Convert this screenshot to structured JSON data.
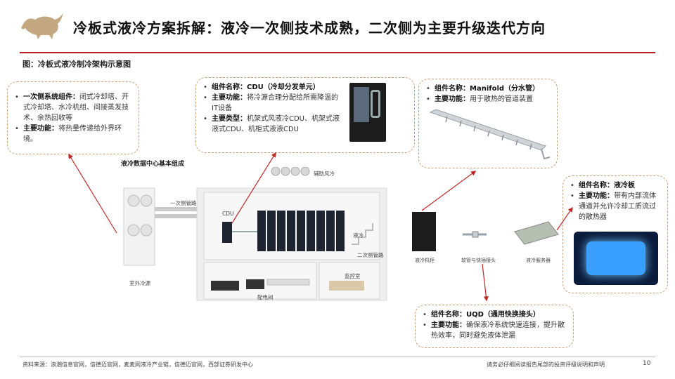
{
  "header": {
    "title": "冷板式液冷方案拆解：液冷一次侧技术成熟，二次侧为主要升级迭代方向",
    "figure_caption": "图：冷板式液冷制冷架构示意图"
  },
  "callouts": {
    "primary": {
      "item1_key": "一次侧系统组件：",
      "item1_val": "闭式冷却塔、开式冷却塔、水冷机组、间接蒸发技术、余热回收等",
      "item2_key": "主要功能：",
      "item2_val": "将热量传递给外界环境。"
    },
    "cdu": {
      "item1_key": "组件名称：",
      "item1_val": "CDU（冷却分发单元）",
      "item2_key": "主要功能：",
      "item2_val": "将冷源合理分配给所需降温的IT设备",
      "item3_key": "主要类型：",
      "item3_val": "机架式风液冷CDU、机架式液液式CDU、机柜式液液CDU"
    },
    "manifold": {
      "item1_key": "组件名称：",
      "item1_val": "Manifold（分水管）",
      "item2_key": "主要功能：",
      "item2_val": "用于散热的管道装置"
    },
    "plate": {
      "item1_key": "组件名称：",
      "item1_val": "液冷板",
      "item2_key": "主要功能：",
      "item2_val": "带有内部流体通道并允许冷却工质流过的散热器"
    },
    "uqd": {
      "item1_key": "组件名称：",
      "item1_val": "UQD（通用快换接头）",
      "item2_key": "主要功能：",
      "item2_val": "确保液冷系统快速连接，提升散热效率，同时避免液体泄漏"
    }
  },
  "diagram": {
    "title": "液冷数据中心基本组成",
    "labels": {
      "primary_pipe": "一次侧管路",
      "aux_air": "辅助风冷",
      "cdu": "CDU",
      "liquid_cool": "液冷",
      "secondary_pipe": "二次侧管路",
      "outdoor": "室外冷源",
      "power_room": "配电间",
      "monitor_room": "监控室"
    }
  },
  "machines": {
    "cabinet": "液冷机柜",
    "connector": "软管与快插接头",
    "server": "液冷服务器"
  },
  "footer": {
    "source": "资料来源：浪潮信息官网，信德迈官网，麦麦网液冷产业链，信德迈官网，西部证券研发中心",
    "disclaimer": "请务必仔细阅读报告尾部的投资评级说明和声明",
    "page": "10"
  },
  "colors": {
    "accent": "#b8202a",
    "callout_border": "#c8a078",
    "arrow": "#c0282a"
  }
}
